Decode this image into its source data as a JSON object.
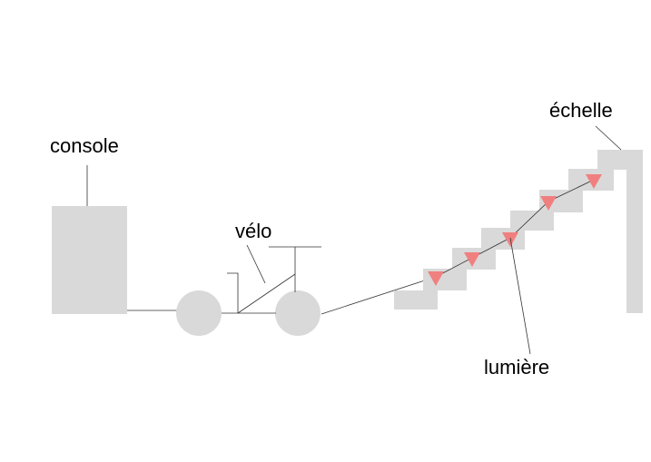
{
  "labels": {
    "console": "console",
    "velo": "vélo",
    "echelle": "échelle",
    "lumiere": "lumière"
  },
  "colors": {
    "shape": "#d9d9d9",
    "line": "#333333",
    "light": "#f08080",
    "text": "#000000"
  }
}
